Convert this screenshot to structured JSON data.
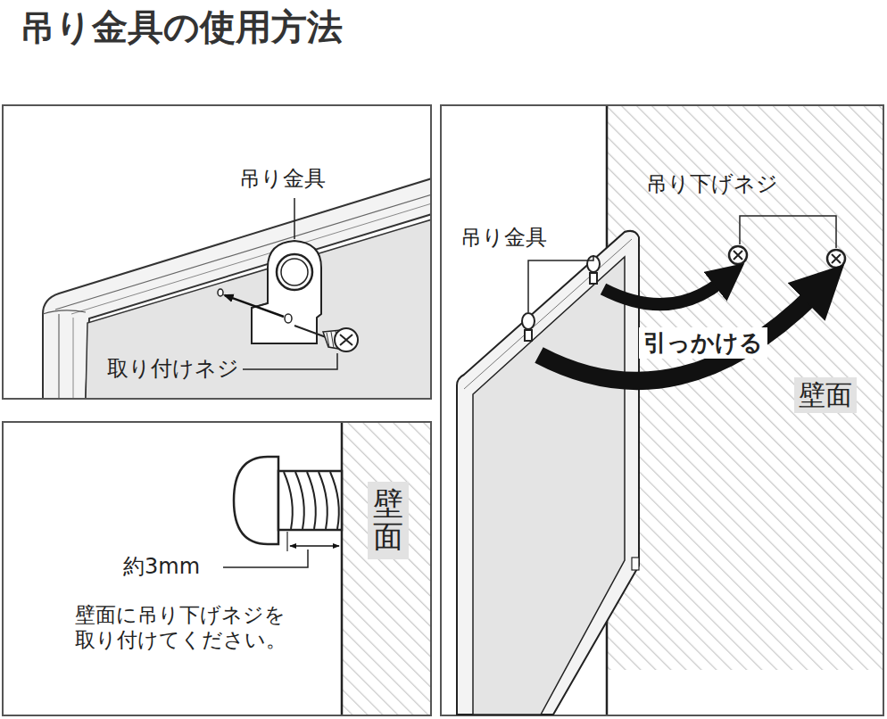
{
  "diagram": {
    "title": "吊り金具の使用方法",
    "labels": [
      "吊り金具",
      "取り付けネジ",
      "約3mm",
      "壁面に吊り下げネジを 取り付けてください。",
      "壁面",
      "吊り下げネジ",
      "吊り金具",
      "引っかける",
      "壁面"
    ]
  }
}
